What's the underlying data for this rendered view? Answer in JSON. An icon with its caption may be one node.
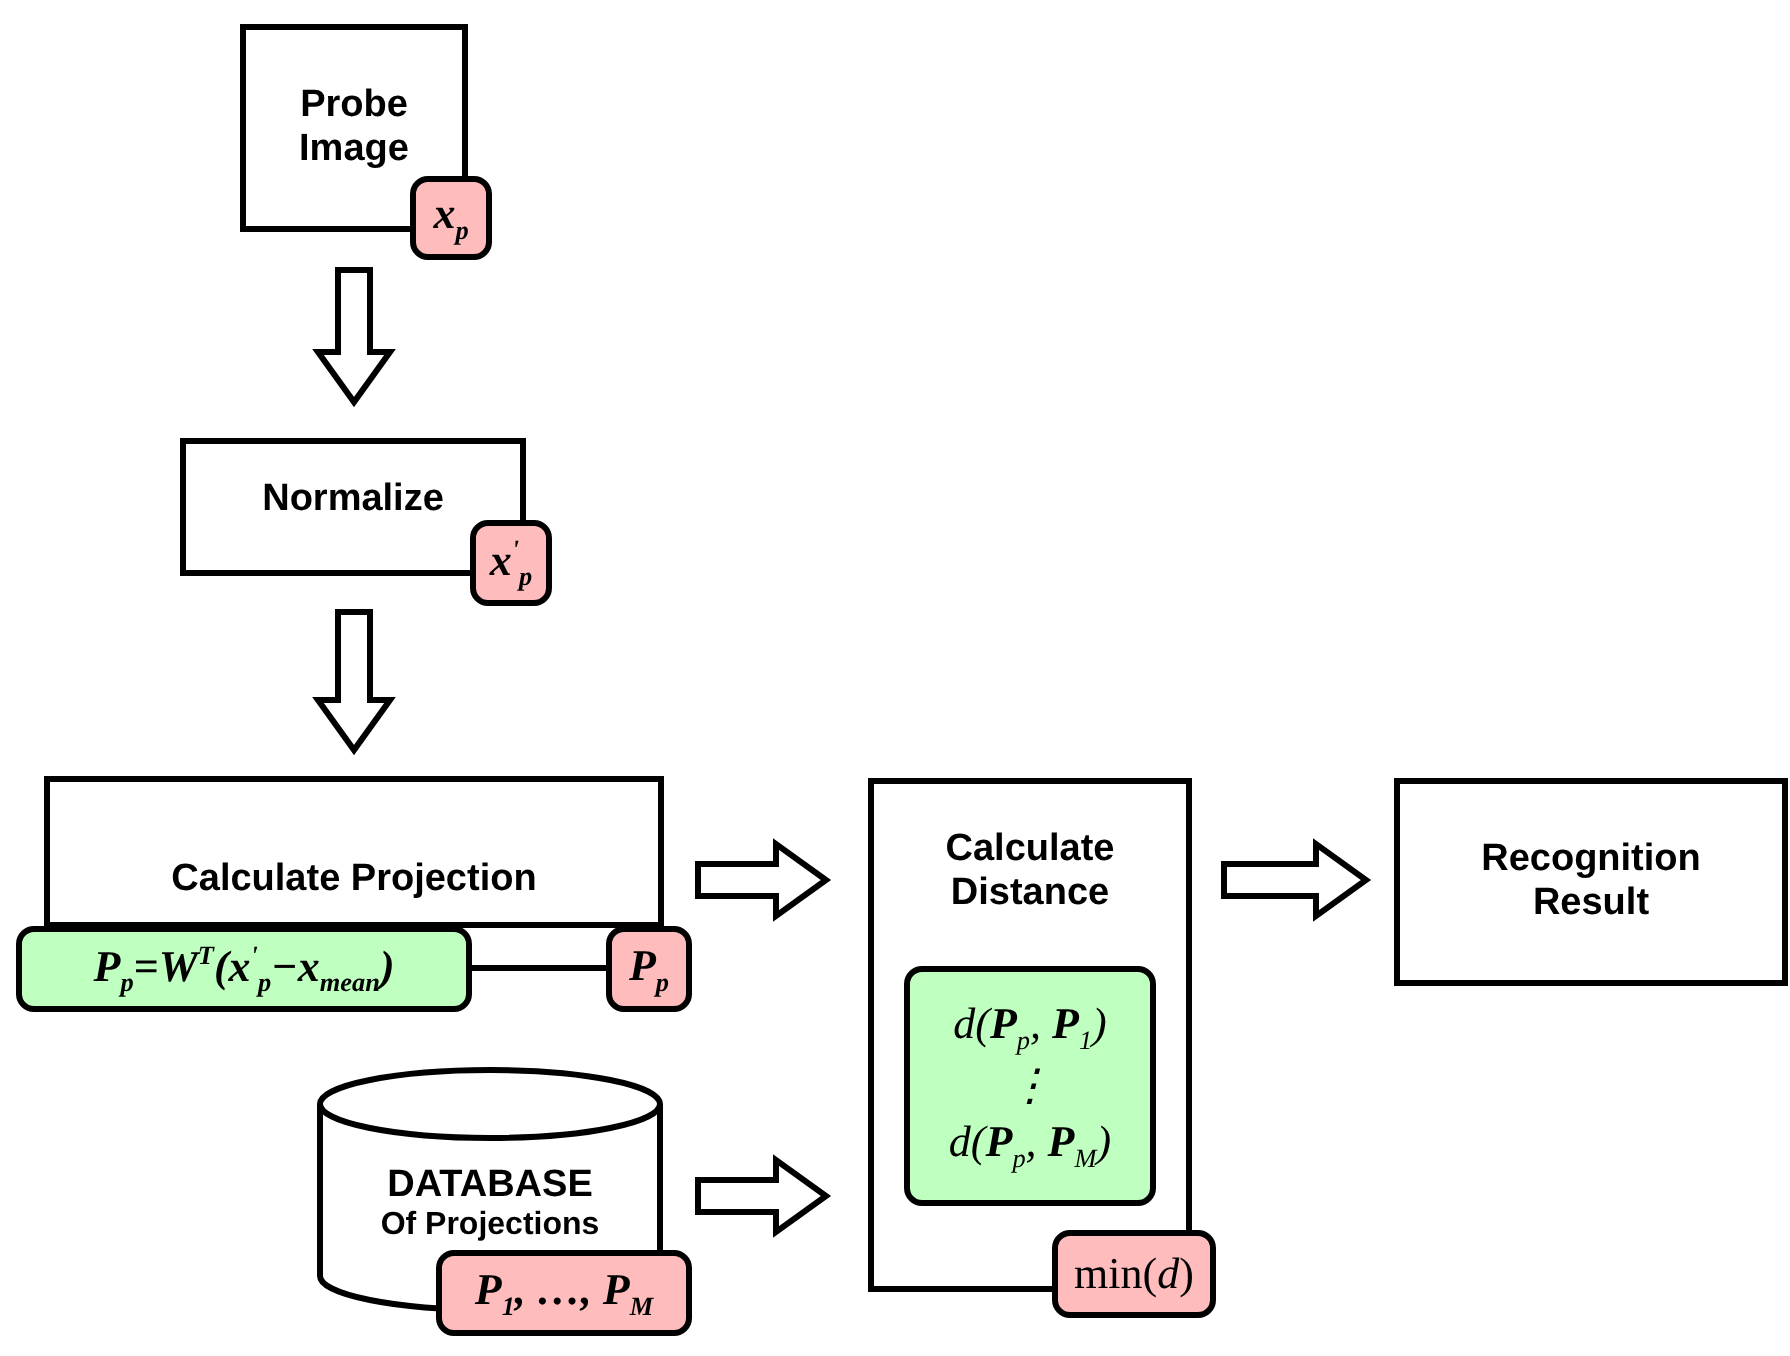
{
  "diagram": {
    "nodes": [
      {
        "text": [
          "Probe Image"
        ]
      },
      {
        "text": [
          "x$_{p}$"
        ]
      },
      {
        "text": [
          "Normalize"
        ]
      },
      {
        "text": [
          "x$^{'}$$_{p}$"
        ]
      },
      {
        "text": [
          "Calculate Projection"
        ]
      },
      {
        "text": [
          "P$_{p}$=W$^{T}$(x$^{'}$$_{p}$−x$_{mean}$)"
        ]
      },
      {
        "text": [
          "P$_{p}$"
        ]
      },
      {
        "text": [
          "Calculate Distance"
        ]
      },
      {
        "text": [
          "*d*(**P**$_{p}$, **P**$_{1}$)",
          "⋮",
          "*d*(**P**$_{p}$, **P**$_{M}$)"
        ],
        "in": 7
      },
      {
        "text": [
          "min(*d*)"
        ]
      },
      {
        "text": [
          "Recognition Result"
        ]
      },
      {
        "text": [
          "DATABASE",
          "Of Projections"
        ]
      },
      {
        "text": [
          "P$_{1}$, …, P$_{M}$"
        ]
      }
    ],
    "edges": [
      {
        "from": 0,
        "to": 2,
        "arrow": "to"
      },
      {
        "from": 2,
        "to": 4,
        "arrow": "to"
      },
      {
        "from": 4,
        "to": 7,
        "arrow": "to"
      },
      {
        "from": 11,
        "to": 7,
        "arrow": "to"
      },
      {
        "from": 7,
        "to": 10,
        "arrow": "to"
      },
      {
        "from": 5,
        "to": 6,
        "arrow": "none"
      }
    ]
  }
}
